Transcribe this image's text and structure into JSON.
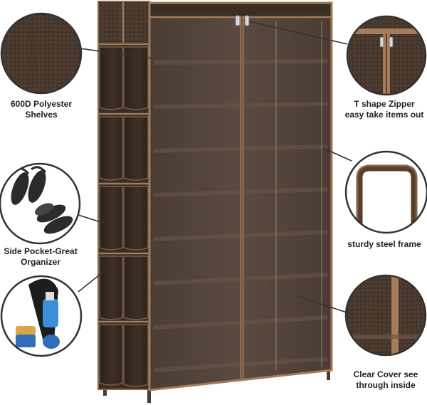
{
  "callouts": {
    "polyester": {
      "line1": "600D Polyester",
      "line2": "Shelves",
      "icon": "fabric-texture-icon"
    },
    "zipper": {
      "line1": "T shape Zipper",
      "line2": "easy take items out",
      "icon": "zipper-icon"
    },
    "pocket": {
      "line1": "Side Pocket-Great",
      "line2": "Organizer",
      "icon": "sandals-icon"
    },
    "frame": {
      "line1": "sturdy steel frame",
      "icon": "steel-frame-icon"
    },
    "cover": {
      "line1": "Clear Cover see",
      "line2": "through inside",
      "icon": "clear-cover-icon"
    },
    "accessories": {
      "icon": "shoe-care-kit-icon"
    }
  },
  "colors": {
    "fabric": "#4a3a2f",
    "fabric_dark": "#2f241c",
    "trim": "#a67c5b",
    "frame": "#6b5a4c",
    "circle_border": "#333333"
  }
}
